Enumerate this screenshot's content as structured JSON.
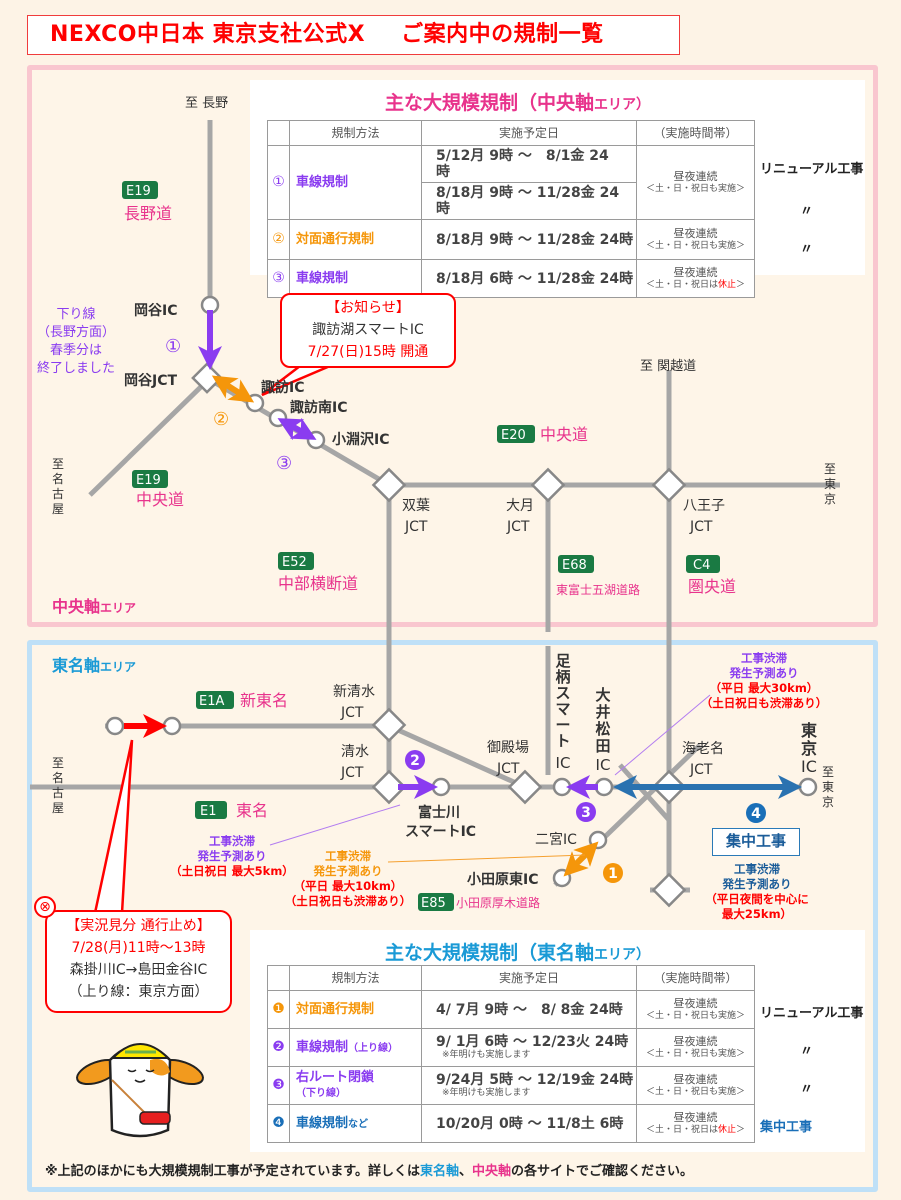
{
  "title": {
    "left": "NEXCO中日本 東京支社公式X",
    "right": "ご案内中の規制一覧"
  },
  "colors": {
    "chuo_pink": "#e8338c",
    "tomei_blue": "#1a9ad6",
    "purple": "#8a3cf0",
    "orange": "#f5960a",
    "blue": "#2a72b0",
    "road": "#a6a6a6",
    "badge_green": "#1a7a43"
  },
  "chuo_area": {
    "label": "中央軸",
    "label_suffix": "エリア",
    "panel_title": "主な大規模規制（中央軸",
    "panel_title_suffix": "エリア）",
    "headers": [
      "規制方法",
      "実施予定日",
      "（実施時間帯）"
    ],
    "rows": [
      {
        "num": "①",
        "method": "車線規制",
        "dates": [
          "5/12月 9時 ～　8/1金 24時",
          "8/18月 9時 ～ 11/28金 24時"
        ],
        "time": "昼夜連続",
        "time_note": "＜土・日・祝日も実施＞",
        "side": "リニューアル工事"
      },
      {
        "num": "②",
        "method": "対面通行規制",
        "dates": [
          "8/18月 9時 ～ 11/28金 24時"
        ],
        "time": "昼夜連続",
        "time_note": "＜土・日・祝日も実施＞",
        "side": "〃"
      },
      {
        "num": "③",
        "method": "車線規制",
        "dates": [
          "8/18月 6時 ～ 11/28金 24時"
        ],
        "time": "昼夜連続",
        "time_note_pre": "＜土・日・祝日は",
        "time_note_red": "休止",
        "time_note_post": "＞",
        "side": "〃"
      }
    ],
    "map": {
      "to_nagano": "至 長野",
      "e19a": "E19",
      "naganodo": "長野道",
      "note_lines": [
        "下り線",
        "（長野方面）",
        "春季分は",
        "終了しました"
      ],
      "okaya_ic": "岡谷IC",
      "okaya_jct": "岡谷JCT",
      "mark1": "①",
      "mark2": "②",
      "mark3": "③",
      "suwa_ic": "諏訪IC",
      "suwaminami_ic": "諏訪南IC",
      "kobuchizawa_ic": "小淵沢IC",
      "notice_title": "【お知らせ】",
      "notice_place": "諏訪湖スマートIC",
      "notice_date": "7/27(日)15時 開通",
      "e20": "E20",
      "chuodo": "中央道",
      "to_kanetsu": "至 関越道",
      "to_tokyo": [
        "至",
        "東",
        "京"
      ],
      "to_nagoya": [
        "至",
        "名",
        "古",
        "屋"
      ],
      "e19b": "E19",
      "chuodo2": "中央道",
      "futaba": "双葉",
      "otsuki": "大月",
      "hachioji": "八王子",
      "jct": "JCT",
      "e52": "E52",
      "chubu": "中部横断道",
      "e68": "E68",
      "higashifuji": "東富士五湖道路",
      "c4": "C4",
      "kenodo": "圏央道"
    }
  },
  "tomei_area": {
    "label": "東名軸",
    "label_suffix": "エリア",
    "panel_title": "主な大規模規制（東名軸",
    "panel_title_suffix": "エリア）",
    "headers": [
      "規制方法",
      "実施予定日",
      "（実施時間帯）"
    ],
    "rows": [
      {
        "num": "❶",
        "method": "対面通行規制",
        "method_sub": "",
        "date": "4/ 7月 9時 ～　8/ 8金 24時",
        "date_note": "",
        "time": "昼夜連続",
        "time_note": "＜土・日・祝日も実施＞",
        "side": "リニューアル工事"
      },
      {
        "num": "❷",
        "method": "車線規制",
        "method_sub": "（上り線）",
        "date": "9/ 1月 6時 ～ 12/23火 24時",
        "date_note": "※年明けも実施します",
        "time": "昼夜連続",
        "time_note": "＜土・日・祝日も実施＞",
        "side": "〃"
      },
      {
        "num": "❸",
        "method": "右ルート閉鎖",
        "method_sub": "（下り線）",
        "date": "9/24月 5時 ～ 12/19金 24時",
        "date_note": "※年明けも実施します",
        "time": "昼夜連続",
        "time_note": "＜土・日・祝日も実施＞",
        "side": "〃"
      },
      {
        "num": "❹",
        "method": "車線規制",
        "method_sub": "など",
        "date": "10/20月 0時 ～ 11/8土 6時",
        "date_note": "",
        "time": "昼夜連続",
        "time_note_pre": "＜土・日・祝日は",
        "time_note_red": "休止",
        "time_note_post": "＞",
        "side": "集中工事"
      }
    ],
    "map": {
      "e1a": "E1A",
      "shintomei": "新東名",
      "shinshimizu": "新清水",
      "shimizu": "清水",
      "jct": "JCT",
      "ic": "IC",
      "to_nagoya": [
        "至",
        "名",
        "古",
        "屋"
      ],
      "to_tokyo": [
        "至",
        "東",
        "京"
      ],
      "e1": "E1",
      "tomei": "東名",
      "fujikawa": [
        "富士川",
        "スマートIC"
      ],
      "gotemba": "御殿場",
      "ashigara": [
        "足",
        "柄",
        "ス",
        "マ",
        "ー",
        "ト"
      ],
      "oimatsuda": [
        "大",
        "井",
        "松",
        "田"
      ],
      "ebina": "海老名",
      "tokyo_ic": [
        "東",
        "京"
      ],
      "ninomiya": "二宮IC",
      "odawarahigashi": "小田原東IC",
      "e85": "E85",
      "odawaraatsugi": "小田原厚木道路",
      "m1": "1",
      "m2": "2",
      "m3": "3",
      "m4": "4",
      "shuchu": "集中工事",
      "jam_purple_top": [
        "工事渋滞",
        "発生予測あり",
        "（平日 最大30km）",
        "（土日祝日も渋滞あり）"
      ],
      "jam_purple_left": [
        "工事渋滞",
        "発生予測あり",
        "（土日祝日 最大5km）"
      ],
      "jam_orange": [
        "工事渋滞",
        "発生予測あり",
        "（平日 最大10km）",
        "（土日祝日も渋滞あり）"
      ],
      "jam_blue": [
        "工事渋滞",
        "発生予測あり",
        "（平日夜間を中心に",
        "最大25km）"
      ],
      "closure_title": "【実況見分 通行止め】",
      "closure_date": "7/28(月)11時～13時",
      "closure_section": "森掛川IC→島田金谷IC",
      "closure_dir": "（上り線：東京方面）"
    }
  },
  "footnote": {
    "pre": "※上記のほかにも大規模規制工事が予定されています。詳しくは",
    "tomei": "東名軸",
    "sep": "、",
    "chuo": "中央軸",
    "post": "の各サイトでご確認ください。"
  }
}
